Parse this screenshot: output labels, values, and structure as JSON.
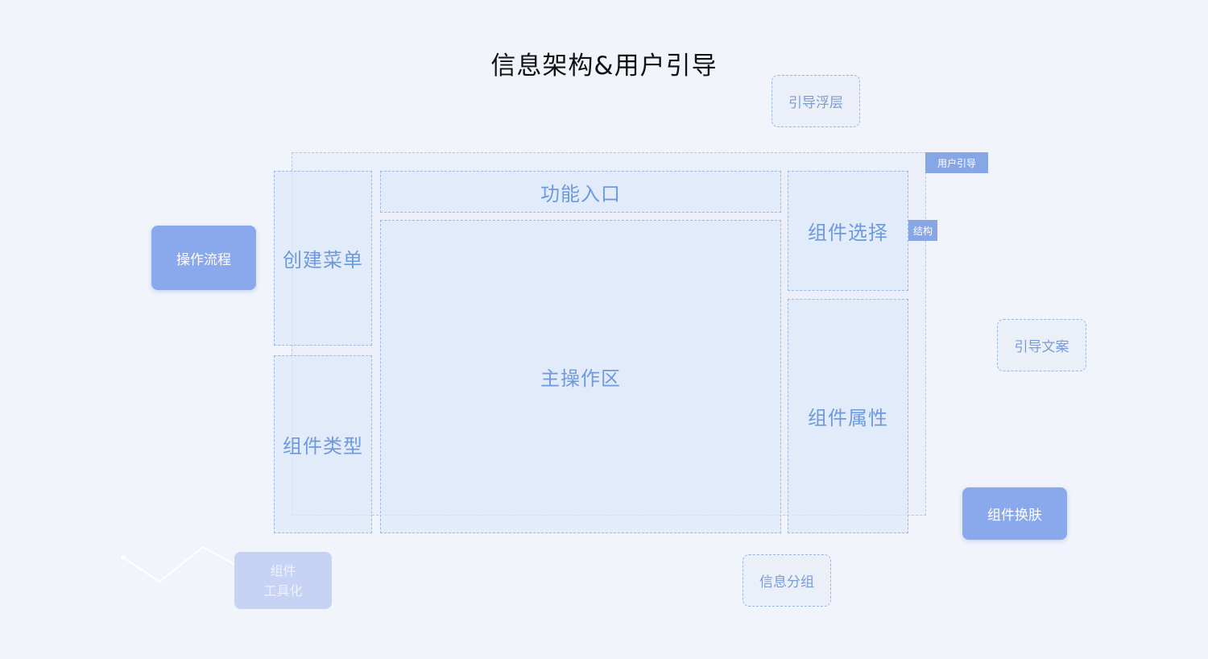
{
  "title": "信息架构&用户引导",
  "guide_layer_tag": "用户引导",
  "structure_tag": "结构",
  "panels": {
    "create_menu": "创建菜单",
    "component_type": "组件类型",
    "feature_entry": "功能入口",
    "main_area": "主操作区",
    "component_select": "组件选择",
    "component_props": "组件属性"
  },
  "floating": {
    "guide_overlay": "引导浮层",
    "operation_flow": "操作流程",
    "guide_copy": "引导文案",
    "component_skin": "组件换肤",
    "info_group": "信息分组",
    "component_tooling_line1": "组件",
    "component_tooling_line2": "工具化"
  },
  "colors": {
    "accent": "#8aa8ec",
    "panel_text": "#6e99dc",
    "panel_border": "#9fb9e3",
    "background": "#f1f4fb"
  }
}
